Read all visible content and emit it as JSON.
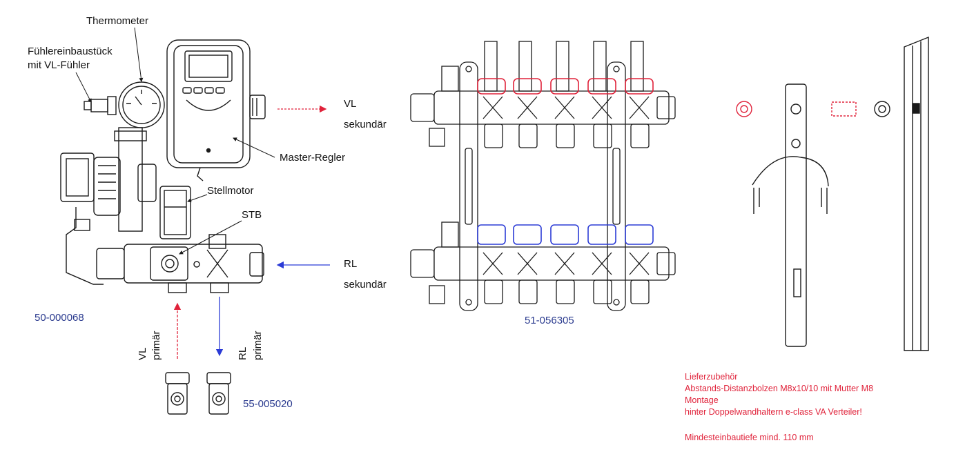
{
  "labels": {
    "thermometer": "Thermometer",
    "fuehler_line1": "Fühlereinbaustück",
    "fuehler_line2": "mit VL-Fühler",
    "vl_sek_line1": "VL",
    "vl_sek_line2": "sekundär",
    "master_regler": "Master-Regler",
    "stellmotor": "Stellmotor",
    "stb": "STB",
    "rl_sek_line1": "RL",
    "rl_sek_line2": "sekundär",
    "vl_prim_line1": "VL",
    "vl_prim_line2": "primär",
    "rl_prim_line1": "RL",
    "rl_prim_line2": "primär"
  },
  "codes": {
    "pump_group": "50-000068",
    "manifold": "51-056305",
    "fittings": "55-005020"
  },
  "notes": {
    "line1": "Lieferzubehör",
    "line2": "Abstands-Distanzbolzen M8x10/10 mit Mutter M8",
    "line3": "Montage",
    "line4": "hinter Doppelwandhaltern e-class VA Verteiler!",
    "line5": "Mindesteinbautiefe mind. 110 mm"
  },
  "colors": {
    "line": "#1a1a1a",
    "supply_red": "#e0223a",
    "return_blue": "#2b3bd6",
    "code_blue": "#2b3b8f",
    "note_red": "#e0223a"
  }
}
